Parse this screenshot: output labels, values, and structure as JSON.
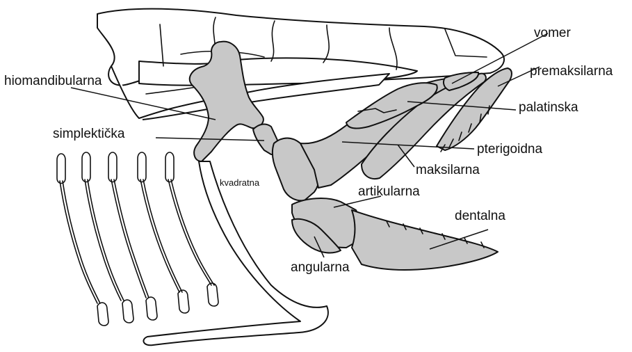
{
  "diagram": {
    "labels": {
      "vomer": "vomer",
      "premaksilarna": "premaksilarna",
      "hiomandibularna": "hiomandibularna",
      "palatinska": "palatinska",
      "simplekticka": "simplektička",
      "pterigoidna": "pterigoidna",
      "kvadratna": "kvadratna",
      "maksilarna": "maksilarna",
      "artikularna": "artikularna",
      "dentalna": "dentalna",
      "angularna": "angularna"
    },
    "colors": {
      "highlighted_bone": "#c8c8c8",
      "outline": "#111111",
      "background": "#ffffff"
    }
  }
}
